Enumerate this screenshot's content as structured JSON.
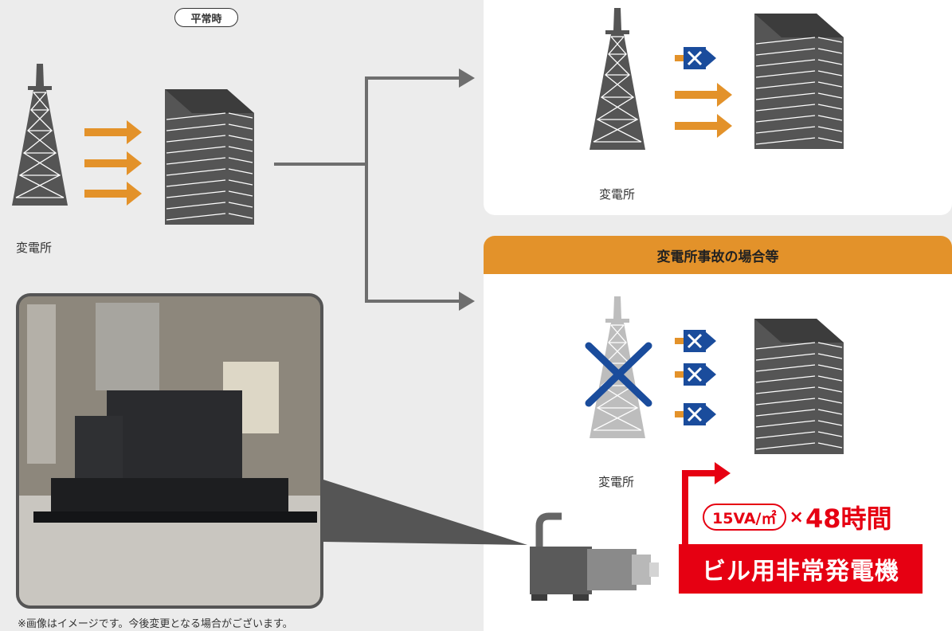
{
  "normal": {
    "badge": "平常時",
    "substation_label": "変電所"
  },
  "outage_top": {
    "substation_label": "変電所"
  },
  "accident": {
    "header": "変電所事故の場合等",
    "substation_label": "変電所"
  },
  "formula": {
    "capacity": "15VA/㎡",
    "times": "×",
    "duration": "48時間"
  },
  "generator_label": "ビル用非常発電機",
  "photo_caption": "※画像はイメージです。今後変更となる場合がございます。",
  "colors": {
    "orange": "#e3922a",
    "blue": "#1a4c9c",
    "red": "#e60012",
    "dark": "#555555"
  }
}
